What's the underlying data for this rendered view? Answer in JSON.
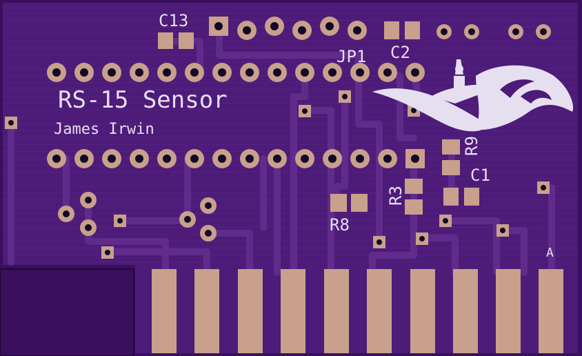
{
  "board": {
    "title": "RS-15 Sensor",
    "author": "James Irwin",
    "pin_marker": "A"
  },
  "designators": {
    "c13": "C13",
    "c2": "C2",
    "jp1": "JP1",
    "r9": "R9",
    "c1": "C1",
    "r3": "R3",
    "r8": "R8"
  },
  "colors": {
    "substrate": "#4a1a73",
    "copper_pour": "#55207f",
    "trace": "#5e2a8a",
    "pad": "#c9a08c",
    "silkscreen": "#e6dff0",
    "cutout": "#3a0f5e",
    "drill": "#120826"
  },
  "logo": {
    "icon": "wave-rider-logo-icon"
  },
  "edge_connector": {
    "pad_count": 10
  }
}
